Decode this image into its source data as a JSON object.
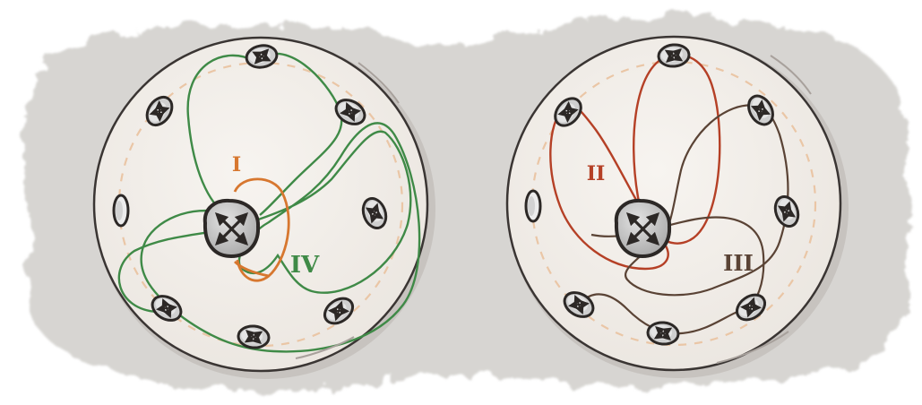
{
  "colors": {
    "backdrop": "#d7d5d2",
    "disk_fill": "#f3efea",
    "outline": "#3a3533",
    "dash": "#eac6a6",
    "orange": "#d7772f",
    "green": "#3f8a47",
    "red": "#b54026",
    "brown": "#5a4335",
    "hub_fill": "#c9c9c9",
    "socket_fill": "#cfcfcf"
  },
  "left_disk": {
    "labels": {
      "loop_i": "I",
      "loop_iv": "IV"
    },
    "loops": [
      {
        "id": "I",
        "color": "orange"
      },
      {
        "id": "IV",
        "color": "green"
      }
    ]
  },
  "right_disk": {
    "labels": {
      "loop_ii": "II",
      "loop_iii": "III"
    },
    "loops": [
      {
        "id": "II",
        "color": "red"
      },
      {
        "id": "III",
        "color": "brown"
      }
    ]
  },
  "icons": {
    "hub": "four-arrow-cross-icon",
    "socket": "four-arrow-cross-icon",
    "empty_socket": "empty-oval-socket"
  }
}
